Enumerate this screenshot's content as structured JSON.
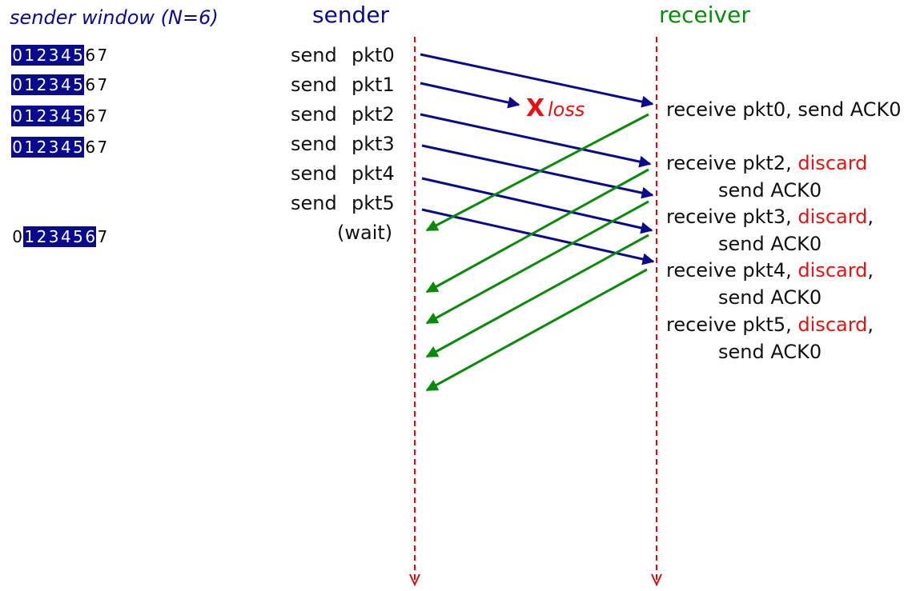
{
  "window_title": "sender window (N=6)",
  "headers": {
    "sender": "sender",
    "receiver": "receiver"
  },
  "windows": [
    {
      "numbers": [
        "0",
        "1",
        "2",
        "3",
        "4",
        "5",
        "6",
        "7"
      ],
      "highlight_start": 0,
      "highlight_end": 5
    },
    {
      "numbers": [
        "0",
        "1",
        "2",
        "3",
        "4",
        "5",
        "6",
        "7"
      ],
      "highlight_start": 0,
      "highlight_end": 5
    },
    {
      "numbers": [
        "0",
        "1",
        "2",
        "3",
        "4",
        "5",
        "6",
        "7"
      ],
      "highlight_start": 0,
      "highlight_end": 5
    },
    {
      "numbers": [
        "0",
        "1",
        "2",
        "3",
        "4",
        "5",
        "6",
        "7"
      ],
      "highlight_start": 0,
      "highlight_end": 5
    },
    {
      "numbers": [
        "0",
        "1",
        "2",
        "3",
        "4",
        "5",
        "6",
        "7"
      ],
      "highlight_start": 1,
      "highlight_end": 6
    }
  ],
  "sender_events": [
    {
      "verb": "send",
      "packet": "pkt0"
    },
    {
      "verb": "send",
      "packet": "pkt1"
    },
    {
      "verb": "send",
      "packet": "pkt2"
    },
    {
      "verb": "send",
      "packet": "pkt3"
    },
    {
      "verb": "send",
      "packet": "pkt4"
    },
    {
      "verb": "send",
      "packet": "pkt5"
    }
  ],
  "wait_label": "(wait)",
  "loss": {
    "mark": "X",
    "label": "loss"
  },
  "receiver_events": [
    {
      "main": "receive pkt0, send ACK0",
      "red": "",
      "suffix": "",
      "sub": ""
    },
    {
      "main": "receive pkt2, ",
      "red": "discard",
      "suffix": "",
      "sub": "send ACK0"
    },
    {
      "main": "receive pkt3, ",
      "red": "discard",
      "suffix": ",",
      "sub": "send ACK0"
    },
    {
      "main": "receive pkt4, ",
      "red": "discard",
      "suffix": ",",
      "sub": "send ACK0"
    },
    {
      "main": "receive pkt5, ",
      "red": "discard",
      "suffix": ",",
      "sub": "send ACK0"
    }
  ],
  "colors": {
    "packet_arrow": "#0a0a8c",
    "ack_arrow": "#0a8a0a",
    "timeline": "#d01010",
    "highlight": "#0a0a8c",
    "emphasis": "#e81010"
  }
}
